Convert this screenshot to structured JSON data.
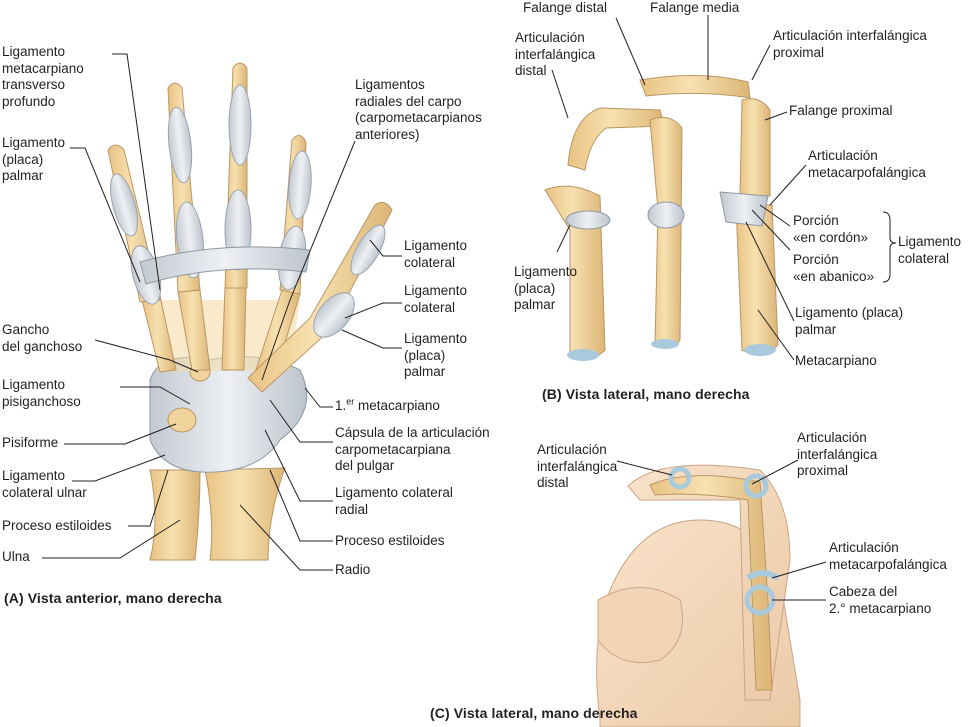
{
  "colors": {
    "bone": "#f3d8a0",
    "bone_shade": "#dbb576",
    "bone_outline": "#b99665",
    "ligament": "#d6dbe2",
    "ligament_line": "#9aa3ae",
    "cartilage": "#a9c9dc",
    "skin": "#f6dcc0",
    "skin_line": "#c9a487",
    "leader": "#231f20"
  },
  "panel_a": {
    "caption_prefix": "(A)",
    "caption": "Vista anterior, mano derecha",
    "left_labels": [
      "Ligamento\nmetacarpiano\ntransverso\nprofundo",
      "Ligamento\n(placa)\npalmar",
      "Gancho\ndel ganchoso",
      "Ligamento\npisiganchoso",
      "Pisiforme",
      "Ligamento\ncolateral ulnar",
      "Proceso estiloides",
      "Ulna"
    ],
    "top_label": "Ligamentos\nradiales del carpo\n(carpometacarpianos\nanteriores)",
    "right_labels": [
      "Ligamento\ncolateral",
      "Ligamento\ncolateral",
      "Ligamento\n(placa)\npalmar",
      "metacarpiano",
      "Cápsula de la articulación\ncarpometacarpiana\ndel pulgar",
      "Ligamento colateral\nradial",
      "Proceso estiloides",
      "Radio"
    ],
    "ordinal_number": "1.",
    "ordinal_sup": "er"
  },
  "panel_b": {
    "caption_prefix": "(B)",
    "caption": "Vista lateral, mano derecha",
    "labels": {
      "falange_distal": "Falange distal",
      "falange_media": "Falange media",
      "art_interfalangica_distal": "Articulación\ninterfalángica\ndistal",
      "art_interfalangica_proximal": "Articulación interfalángica\nproximal",
      "falange_proximal": "Falange proximal",
      "art_metacarpofalangica": "Articulación\nmetacarpofalángica",
      "porcion_cordon": "Porción\n«en cordón»",
      "porcion_abanico": "Porción\n«en abanico»",
      "ligamento_colateral": "Ligamento\ncolateral",
      "ligamento_palmar_left": "Ligamento\n(placa)\npalmar",
      "ligamento_palmar_right": "Ligamento (placa)\npalmar",
      "metacarpiano": "Metacarpiano"
    }
  },
  "panel_c": {
    "caption_prefix": "(C)",
    "caption": "Vista lateral, mano derecha",
    "labels": {
      "art_interfalangica_distal": "Articulación\ninterfalángica\ndistal",
      "art_interfalangica_proximal": "Articulación\ninterfalángica\nproximal",
      "art_metacarpofalangica": "Articulación\nmetacarpofalángica",
      "cabeza_metacarpiano": "Cabeza del\n2.° metacarpiano"
    }
  }
}
